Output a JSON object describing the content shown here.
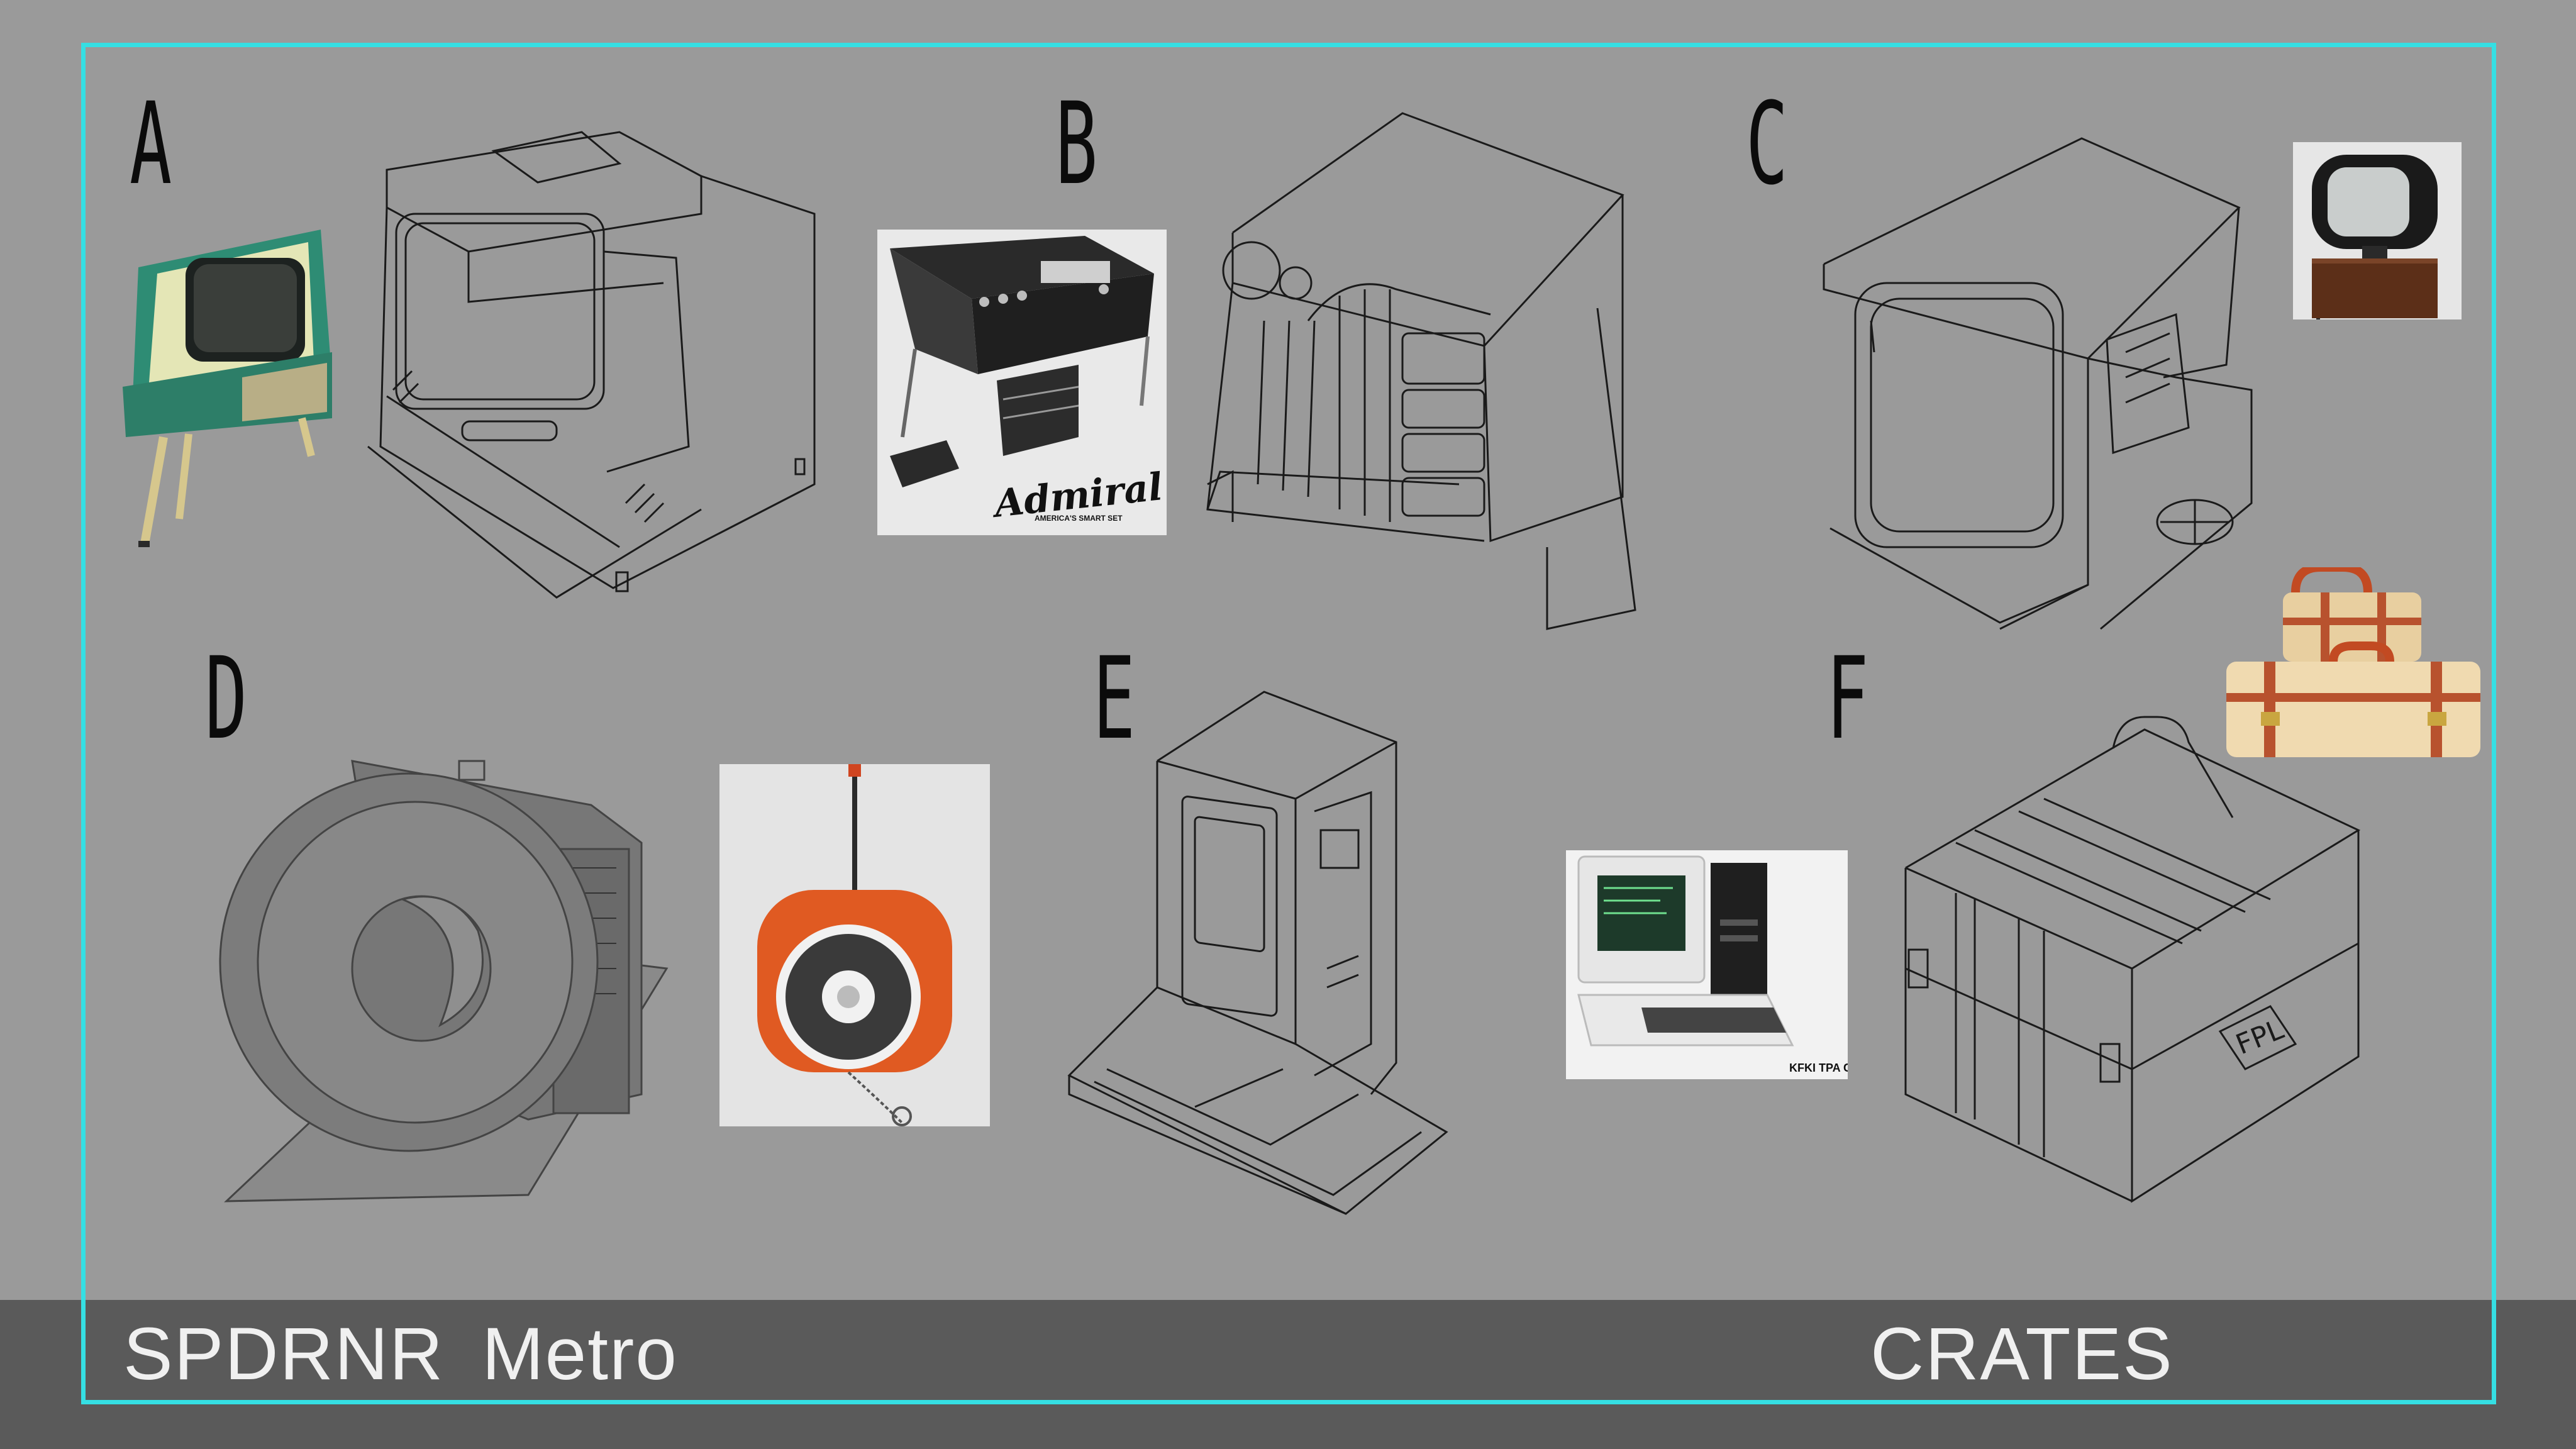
{
  "sheet": {
    "letters": [
      "A",
      "B",
      "C",
      "D",
      "E",
      "F"
    ],
    "admiral_logo": "Admiral",
    "admiral_tagline": "AMERICA'S SMART SET",
    "computer_caption": "KFKI TPA C",
    "crate_label": "FPL"
  },
  "footer": {
    "brand_left": "SPDRNR",
    "brand_right": "Metro",
    "section": "CRATES"
  },
  "colors": {
    "background": "#9a9a9a",
    "frame": "#35dfe3",
    "footer": "#5a5a5a",
    "footer_text": "#f0f0f0"
  }
}
